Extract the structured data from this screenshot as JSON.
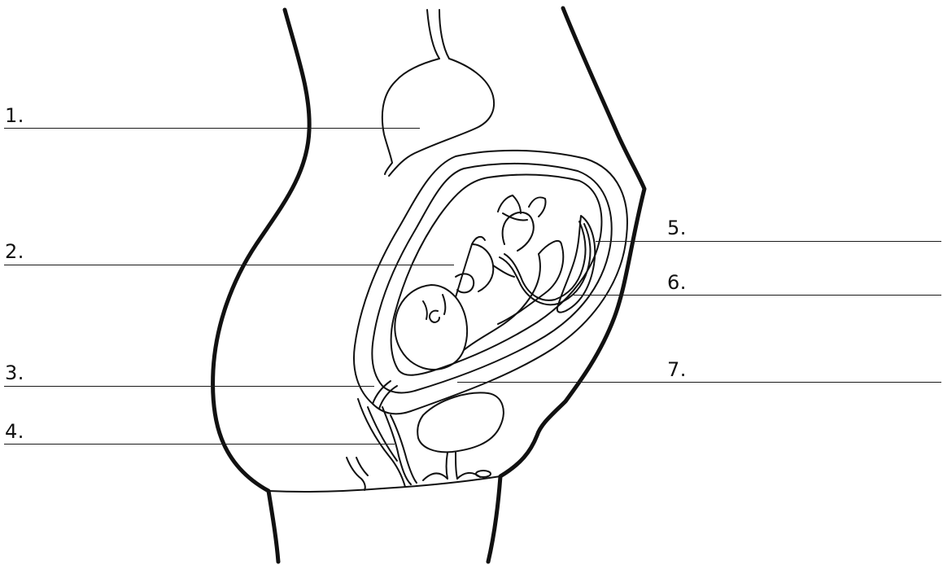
{
  "labels": {
    "l1": "1.",
    "l2": "2.",
    "l3": "3.",
    "l4": "4.",
    "l5": "5.",
    "l6": "6.",
    "l7": "7."
  },
  "colors": {
    "stroke": "#111111",
    "background": "#ffffff"
  }
}
